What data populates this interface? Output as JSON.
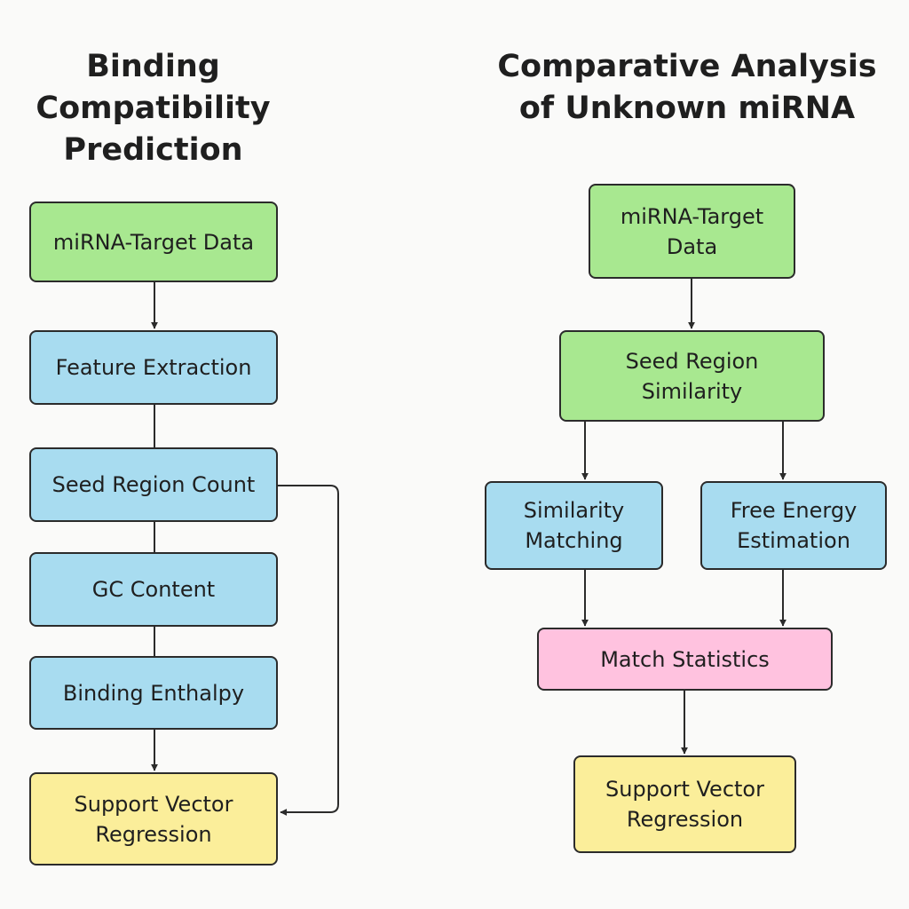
{
  "left": {
    "title": "Binding\nCompatibility\nPrediction",
    "nodes": {
      "data": "miRNA-Target Data",
      "feature": "Feature Extraction",
      "seed_count": "Seed Region Count",
      "gc": "GC Content",
      "enthalpy": "Binding Enthalpy",
      "svr": "Support Vector\nRegression"
    }
  },
  "right": {
    "title": "Comparative Analysis\nof Unknown miRNA",
    "nodes": {
      "data": "miRNA-Target\nData",
      "seed_sim": "Seed Region\nSimilarity",
      "sim_match": "Similarity\nMatching",
      "free_energy": "Free Energy\nEstimation",
      "match_stats": "Match Statistics",
      "svr": "Support  Vector\nRegression"
    }
  },
  "colors": {
    "green": "#a8e890",
    "blue": "#a8dcf0",
    "yellow": "#fbee9a",
    "pink": "#ffc2df",
    "line": "#2b2b2b"
  }
}
